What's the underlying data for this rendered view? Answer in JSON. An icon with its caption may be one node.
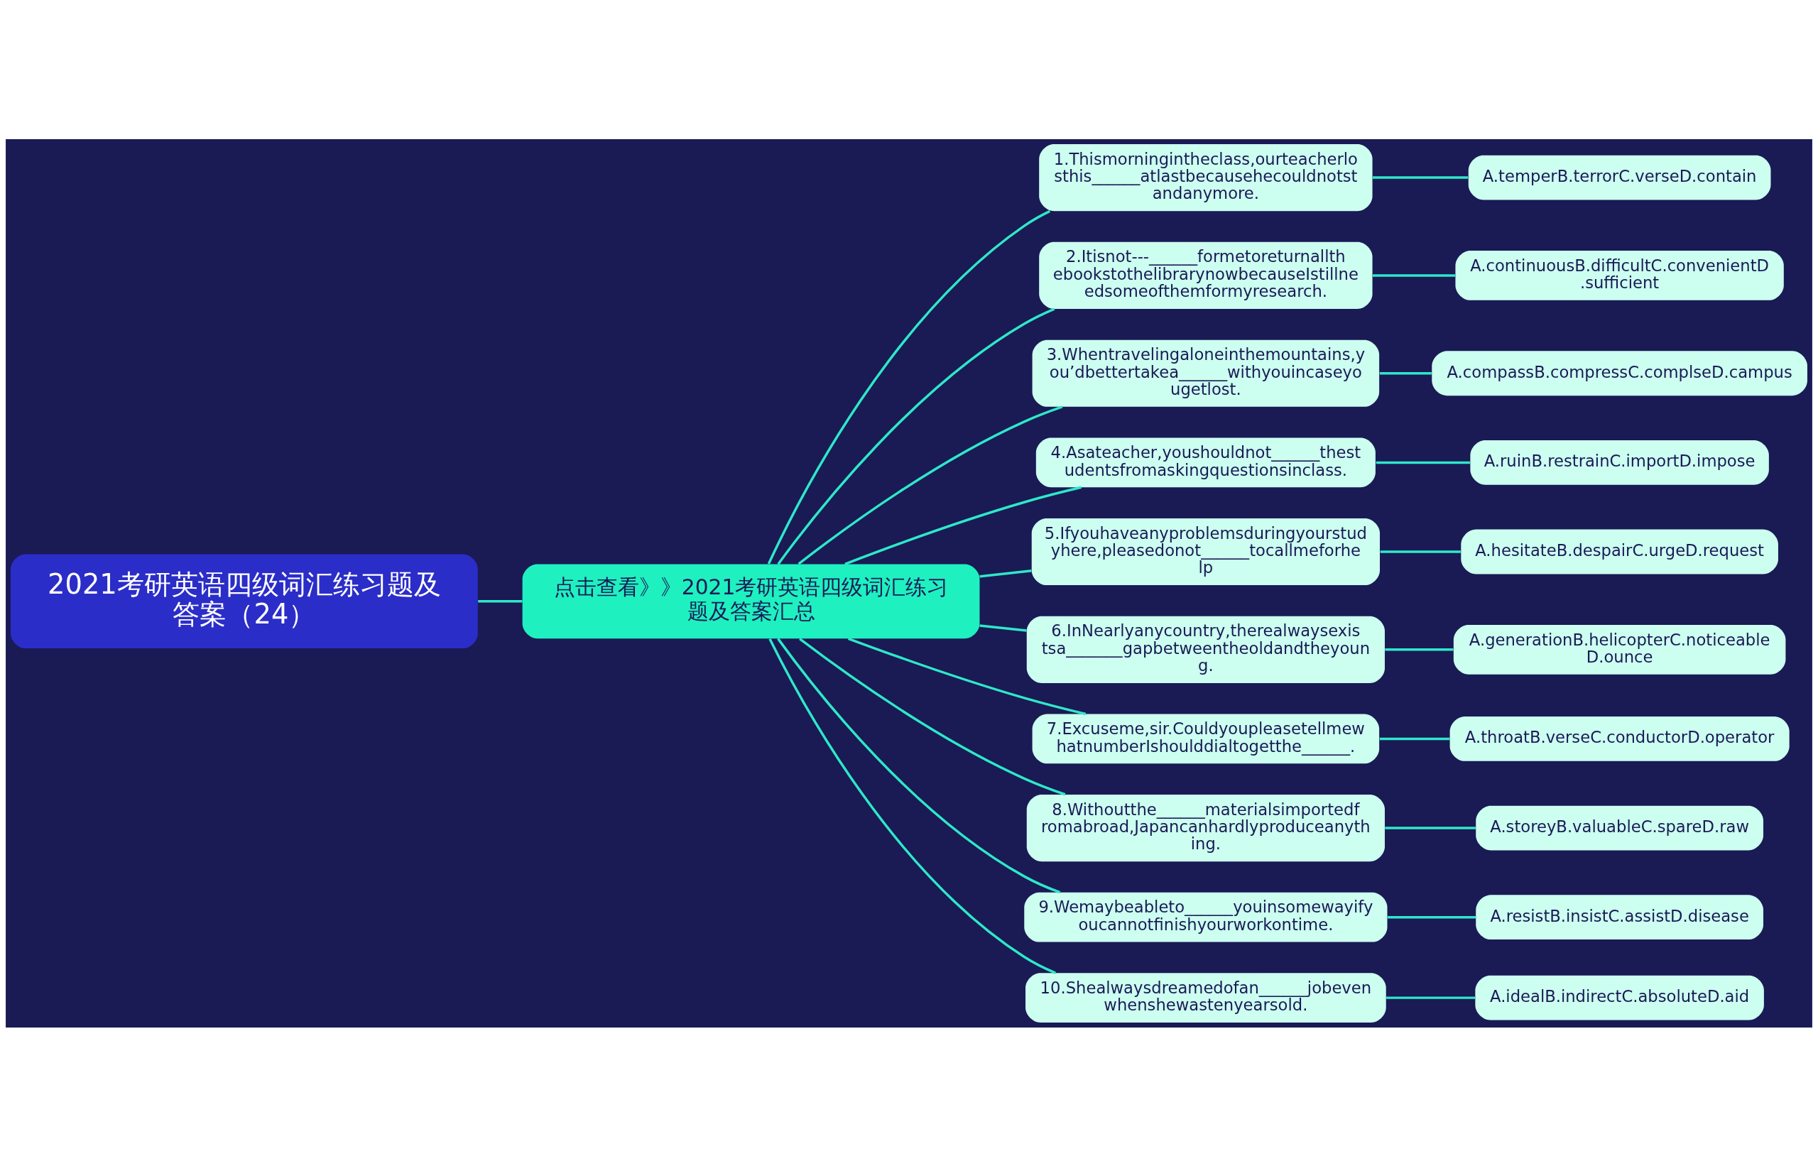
{
  "diagram": {
    "nodes": [
      {
        "text": [
          "2021考研英语四级词汇练习题及答案（24）"
        ]
      },
      {
        "text": [
          "点击查看》》2021考研英语四级词汇练习题及答案汇总"
        ]
      },
      {
        "text": [
          "1.Thismorningintheclass,ourteacherlosthis______atlastbecausehecouldnotstandanymore."
        ]
      },
      {
        "text": [
          "A.temperB.terrorC.verseD.contain"
        ]
      },
      {
        "text": [
          "2.Itisnot---______formetoreturnallthebookstothelibrarynowbecauseIstillneedsomeofthemformyresearch."
        ]
      },
      {
        "text": [
          "A.continuousB.difficultC.convenientD.sufficient"
        ]
      },
      {
        "text": [
          "3.Whentravelingaloneinthemountains,you’dbettertakea______withyouincaseyougetlost."
        ]
      },
      {
        "text": [
          "A.compassB.compressC.complseD.campus"
        ]
      },
      {
        "text": [
          "4.Asateacher,youshouldnot______thestudentsfromaskingquestionsinclass."
        ]
      },
      {
        "text": [
          "A.ruinB.restrainC.importD.impose"
        ]
      },
      {
        "text": [
          "5.Ifyouhaveanyproblemsduringyourstudyhere,pleasedonot______tocallmeforhelp"
        ]
      },
      {
        "text": [
          "A.hesitateB.despairC.urgeD.request"
        ]
      },
      {
        "text": [
          "6.InNearlyanycountry,therealwaysexistsa_______gapbetweentheoldandtheyoung."
        ]
      },
      {
        "text": [
          "A.generationB.helicopterC.noticeableD.ounce"
        ]
      },
      {
        "text": [
          "7.Excuseme,sir.CouldyoupleasetellmewhatnumberIshoulddialtogetthe______."
        ]
      },
      {
        "text": [
          "A.throatB.verseC.conductorD.operator"
        ]
      },
      {
        "text": [
          "8.Withoutthe______materialsimportedfromabroad,Japancanhardlyproduceanything."
        ]
      },
      {
        "text": [
          "A.storeyB.valuableC.spareD.raw"
        ]
      },
      {
        "text": [
          "9.Wemaybeableto______youinsomewayifyoucannotfinishyourworkontime."
        ]
      },
      {
        "text": [
          "A.resistB.insistC.assistD.disease"
        ]
      },
      {
        "text": [
          "10.Shealwaysdreamedofan______jobevenwhenshewastenyearsold."
        ]
      },
      {
        "text": [
          "A.idealB.indirectC.absoluteD.aid"
        ]
      }
    ],
    "edges": [
      {
        "from": 0,
        "to": 1,
        "arrow": "none"
      },
      {
        "from": 1,
        "to": 2,
        "arrow": "none"
      },
      {
        "from": 1,
        "to": 4,
        "arrow": "none"
      },
      {
        "from": 1,
        "to": 6,
        "arrow": "none"
      },
      {
        "from": 1,
        "to": 8,
        "arrow": "none"
      },
      {
        "from": 1,
        "to": 10,
        "arrow": "none"
      },
      {
        "from": 1,
        "to": 12,
        "arrow": "none"
      },
      {
        "from": 1,
        "to": 14,
        "arrow": "none"
      },
      {
        "from": 1,
        "to": 16,
        "arrow": "none"
      },
      {
        "from": 1,
        "to": 18,
        "arrow": "none"
      },
      {
        "from": 1,
        "to": 20,
        "arrow": "none"
      },
      {
        "from": 2,
        "to": 3,
        "arrow": "none"
      },
      {
        "from": 4,
        "to": 5,
        "arrow": "none"
      },
      {
        "from": 6,
        "to": 7,
        "arrow": "none"
      },
      {
        "from": 8,
        "to": 9,
        "arrow": "none"
      },
      {
        "from": 10,
        "to": 11,
        "arrow": "none"
      },
      {
        "from": 12,
        "to": 13,
        "arrow": "none"
      },
      {
        "from": 14,
        "to": 15,
        "arrow": "none"
      },
      {
        "from": 16,
        "to": 17,
        "arrow": "none"
      },
      {
        "from": 18,
        "to": 19,
        "arrow": "none"
      },
      {
        "from": 20,
        "to": 21,
        "arrow": "none"
      }
    ]
  }
}
